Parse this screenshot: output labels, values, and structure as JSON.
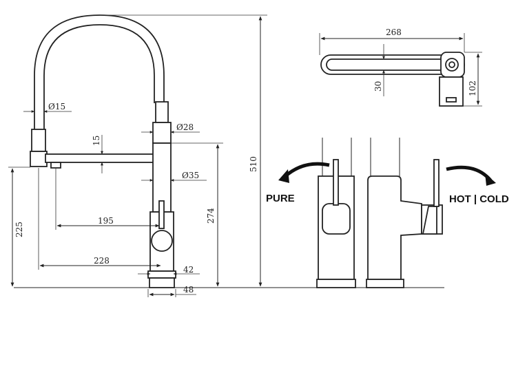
{
  "dimensions": {
    "d15": "Ø15",
    "d28": "Ø28",
    "d35": "Ø35",
    "h15": "15",
    "w195": "195",
    "w228": "228",
    "w42": "42",
    "w48": "48",
    "h225": "225",
    "h274": "274",
    "h510": "510",
    "w268": "268",
    "h30": "30",
    "h102": "102"
  },
  "labels": {
    "pure": "PURE",
    "hot_cold": "HOT | COLD"
  }
}
